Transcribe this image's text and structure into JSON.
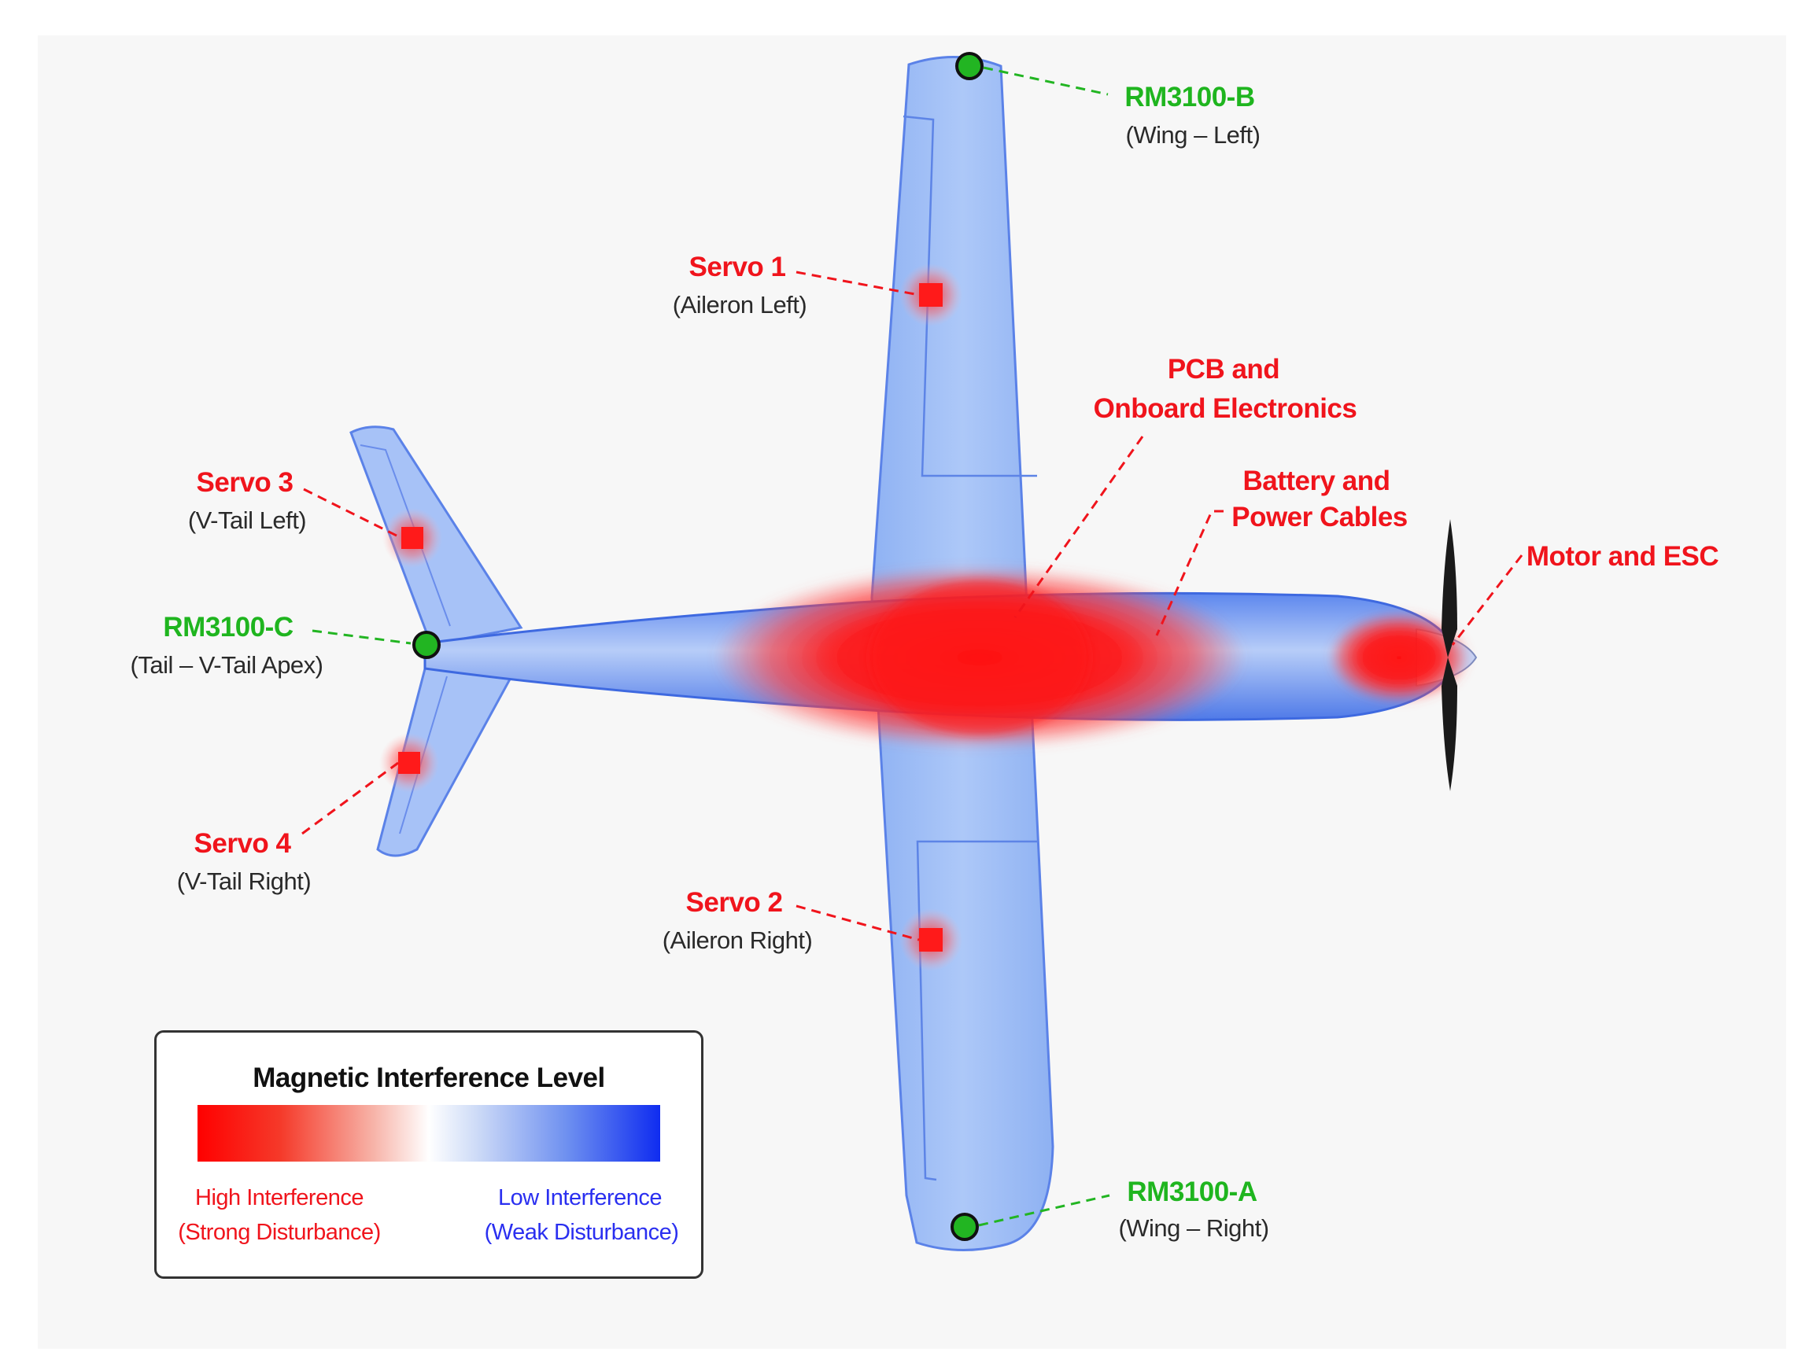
{
  "labels": {
    "rm3100_b": {
      "title": "RM3100-B",
      "sub": "(Wing – Left)"
    },
    "servo_1": {
      "title": "Servo 1",
      "sub": "(Aileron Left)"
    },
    "pcb": {
      "line1": "PCB and",
      "line2": "Onboard Electronics"
    },
    "battery": {
      "line1": "Battery and",
      "line2": "Power Cables"
    },
    "motor": {
      "title": "Motor and ESC"
    },
    "servo_3": {
      "title": "Servo 3",
      "sub": "(V-Tail Left)"
    },
    "rm3100_c": {
      "title": "RM3100-C",
      "sub": "(Tail – V-Tail Apex)"
    },
    "servo_4": {
      "title": "Servo 4",
      "sub": "(V-Tail Right)"
    },
    "servo_2": {
      "title": "Servo 2",
      "sub": "(Aileron Right)"
    },
    "rm3100_a": {
      "title": "RM3100-A",
      "sub": "(Wing – Right)"
    }
  },
  "legend": {
    "title": "Magnetic Interference Level",
    "high_line1": "High Interference",
    "high_line2": "(Strong Disturbance)",
    "low_line1": "Low Interference",
    "low_line2": "(Weak Disturbance)"
  },
  "colors": {
    "high_interference": "#ff0000",
    "low_interference": "#0f2cf0",
    "sensor_marker": "#22b522",
    "servo_marker": "#ff1a1a"
  }
}
